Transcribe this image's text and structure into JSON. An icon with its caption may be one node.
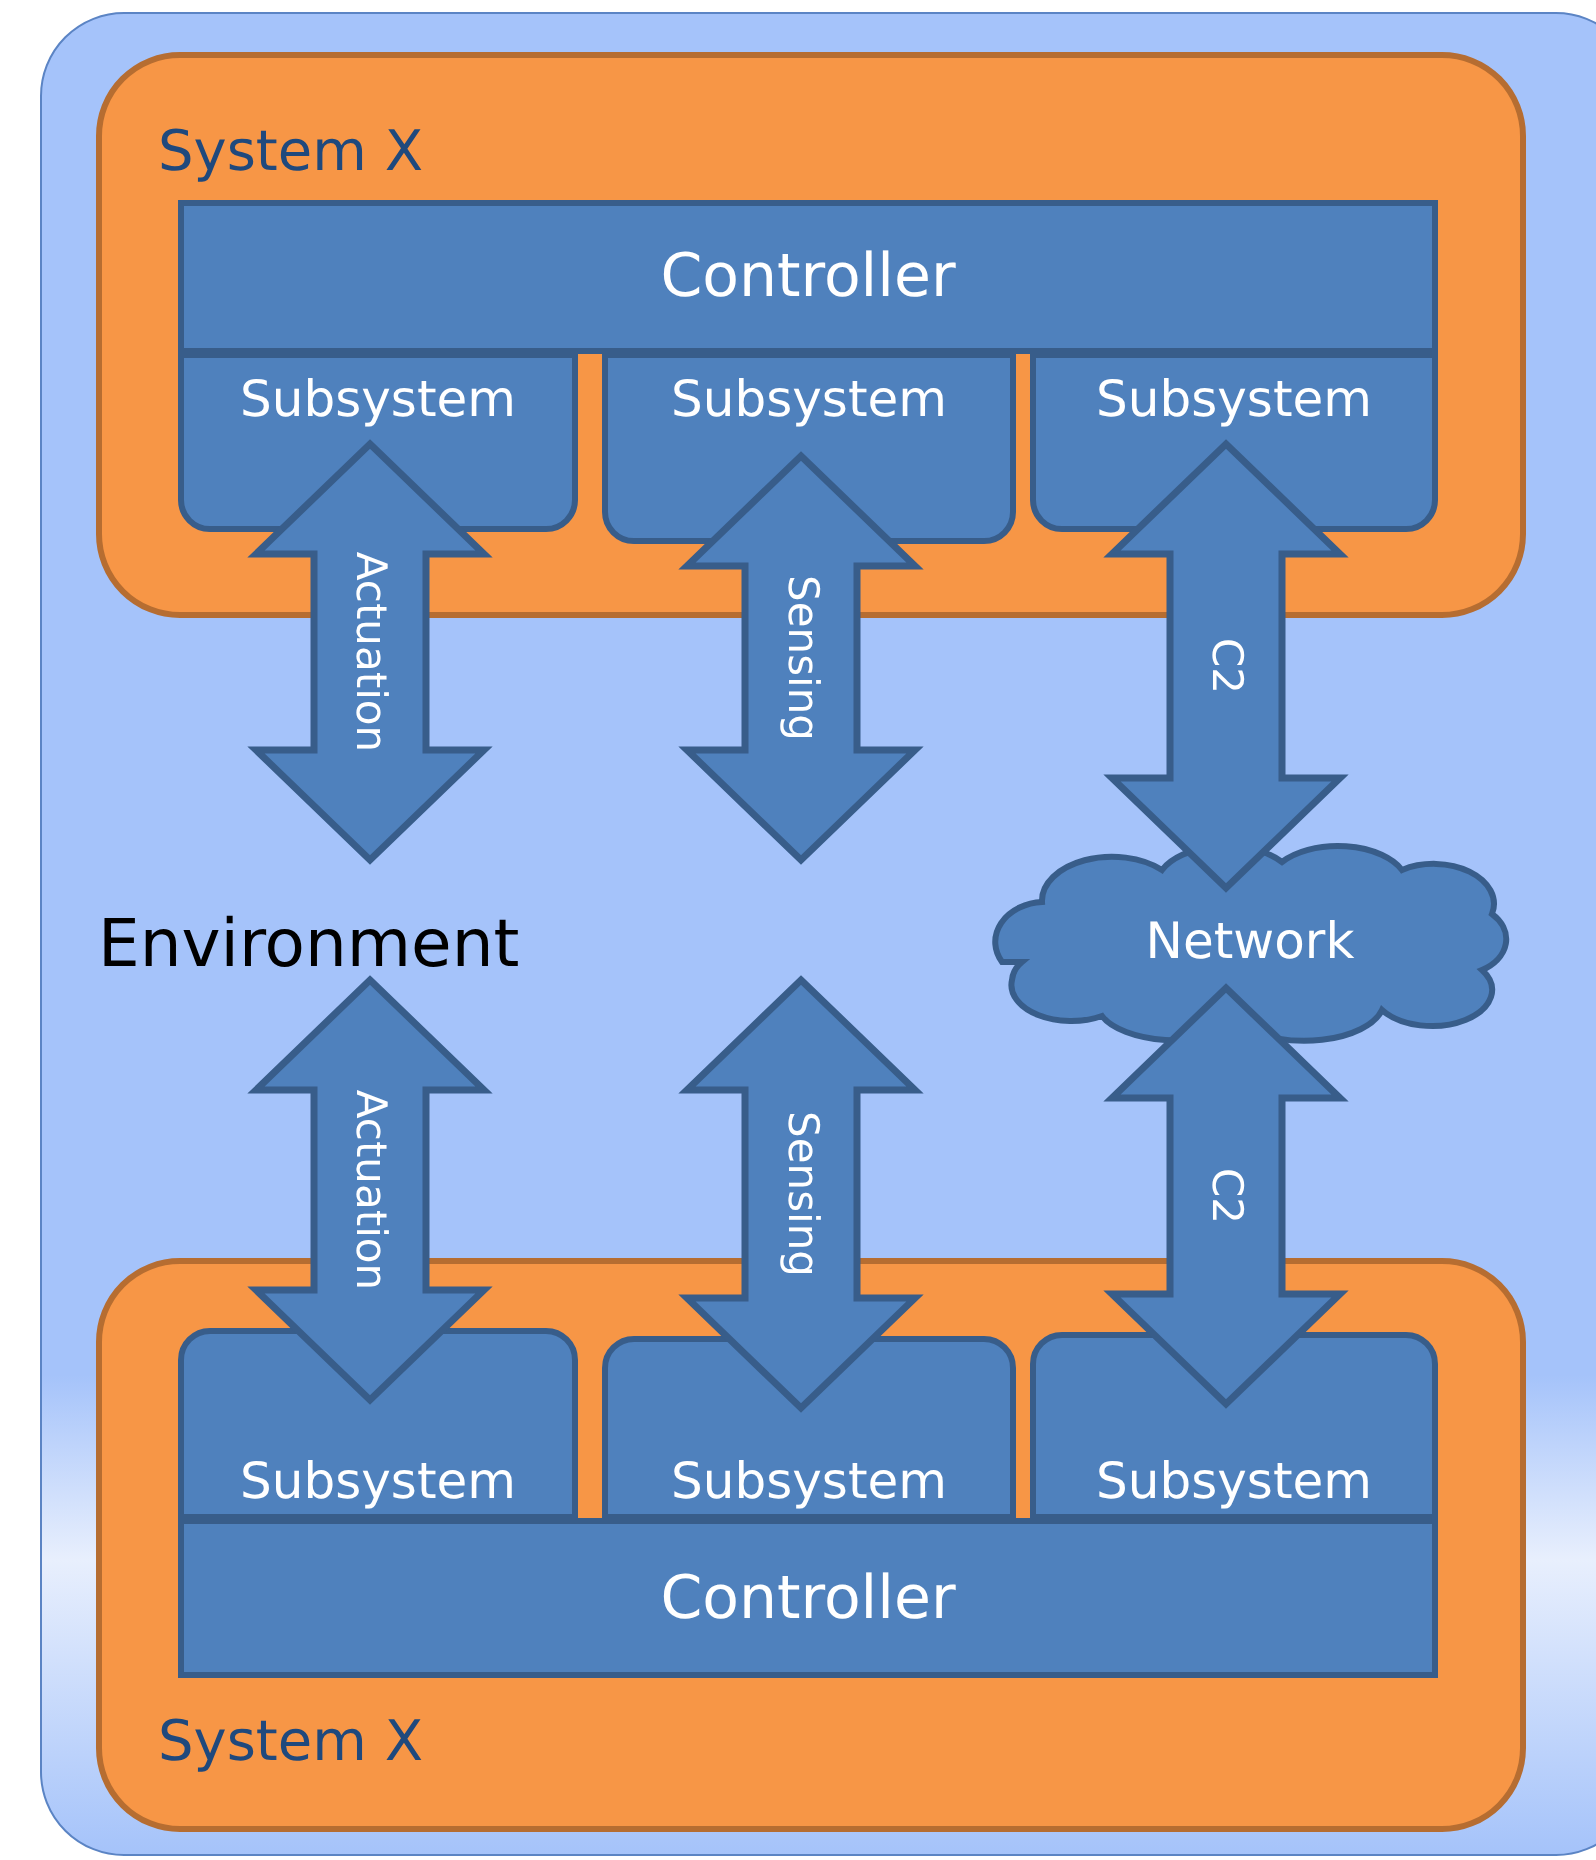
{
  "diagram": {
    "nodes": [
      {
        "text": [
          "Environment"
        ]
      },
      {
        "text": [
          "System X"
        ],
        "in": 0
      },
      {
        "text": [
          "Controller"
        ],
        "in": 1
      },
      {
        "text": [
          "Subsystem"
        ],
        "in": 1
      },
      {
        "text": [
          "Subsystem"
        ],
        "in": 1
      },
      {
        "text": [
          "Subsystem"
        ],
        "in": 1
      },
      {
        "text": [
          "Network"
        ],
        "in": 0
      },
      {
        "text": [
          "System X"
        ],
        "in": 0
      },
      {
        "text": [
          "Subsystem"
        ],
        "in": 7
      },
      {
        "text": [
          "Subsystem"
        ],
        "in": 7
      },
      {
        "text": [
          "Subsystem"
        ],
        "in": 7
      },
      {
        "text": [
          "Controller"
        ],
        "in": 7
      }
    ],
    "edges": [
      {
        "from": 3,
        "to": null,
        "arrow": "both",
        "label": "Actuation"
      },
      {
        "from": 4,
        "to": null,
        "arrow": "both",
        "label": "Sensing"
      },
      {
        "from": 5,
        "to": 6,
        "arrow": "both",
        "label": "C2"
      },
      {
        "from": 8,
        "to": null,
        "arrow": "both",
        "label": "Actuation"
      },
      {
        "from": 9,
        "to": null,
        "arrow": "both",
        "label": "Sensing"
      },
      {
        "from": 6,
        "to": 10,
        "arrow": "both",
        "label": "C2"
      }
    ]
  }
}
